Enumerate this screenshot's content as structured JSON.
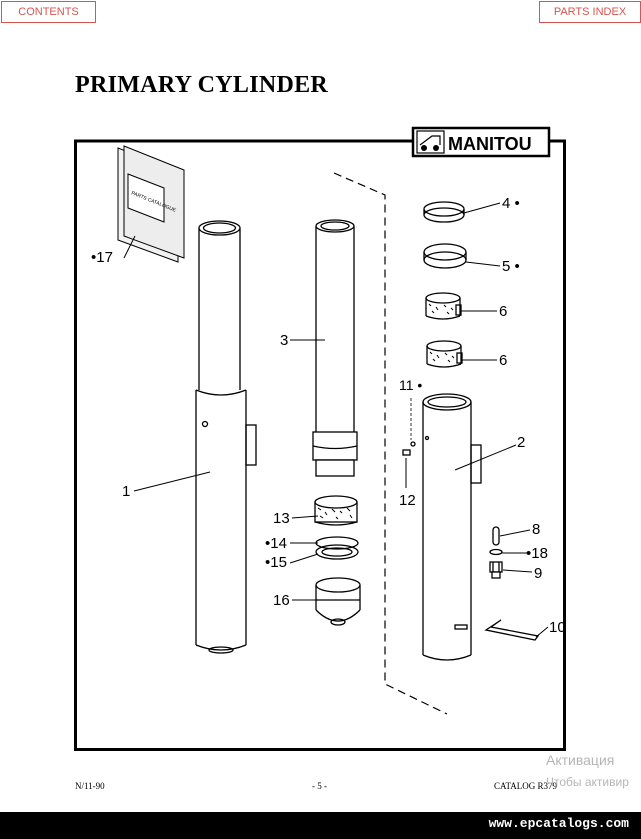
{
  "nav": {
    "contents_label": "CONTENTS",
    "index_label": "PARTS INDEX"
  },
  "page": {
    "title": "PRIMARY CYLINDER"
  },
  "brand": {
    "name": "MANITOU"
  },
  "booklet": {
    "label": "PARTS CATALOGUE"
  },
  "callouts": [
    {
      "text": "•17"
    },
    {
      "text": "1"
    },
    {
      "text": "3"
    },
    {
      "text": "13"
    },
    {
      "text": "•14"
    },
    {
      "text": "•15"
    },
    {
      "text": "16"
    },
    {
      "text": "4 •"
    },
    {
      "text": "5 •"
    },
    {
      "text": "6"
    },
    {
      "text": "6"
    },
    {
      "text": "11 •"
    },
    {
      "text": "2"
    },
    {
      "text": "12"
    },
    {
      "text": "8"
    },
    {
      "text": "•18"
    },
    {
      "text": "9"
    },
    {
      "text": "10"
    }
  ],
  "footer": {
    "date": "N/11-90",
    "page_number": "- 5 -",
    "catalog": "CATALOG R379"
  },
  "watermark": {
    "line1": "Активация",
    "line2": "Чтобы активир"
  },
  "site": {
    "url": "www.epcatalogs.com"
  }
}
